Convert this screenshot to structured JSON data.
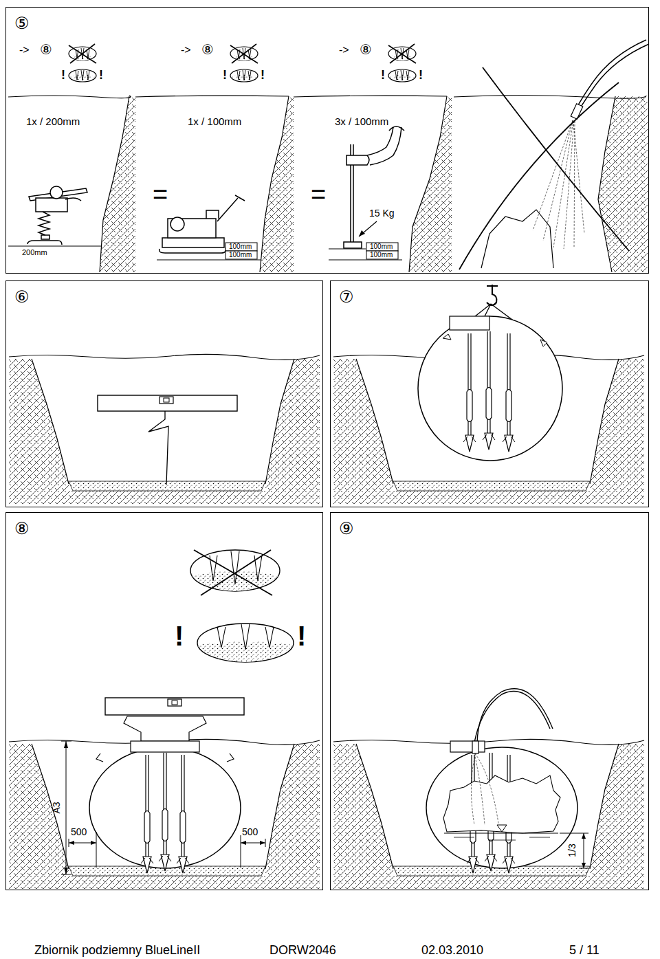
{
  "diagram": {
    "nodes": [
      {
        "text": [
          "⑤"
        ]
      },
      {
        "text": [
          "⑥"
        ]
      },
      {
        "text": [
          "⑦"
        ]
      },
      {
        "text": [
          "⑧"
        ]
      },
      {
        "text": [
          "⑨"
        ]
      }
    ],
    "labels": [
      "->",
      "⑧",
      "!",
      "!",
      "->",
      "⑧",
      "!",
      "!",
      "->",
      "⑧",
      "!",
      "!",
      "1x / 200mm",
      "1x / 100mm",
      "3x / 100mm",
      "=",
      "=",
      "15 Kg",
      "200mm",
      "100mm",
      "100mm",
      "100mm",
      "100mm",
      "!",
      "!",
      "A3",
      "500",
      "500",
      "1/3",
      "Zbiornik podziemny BlueLineII",
      "DORW2046",
      "02.03.2010",
      "5 / 11"
    ]
  }
}
